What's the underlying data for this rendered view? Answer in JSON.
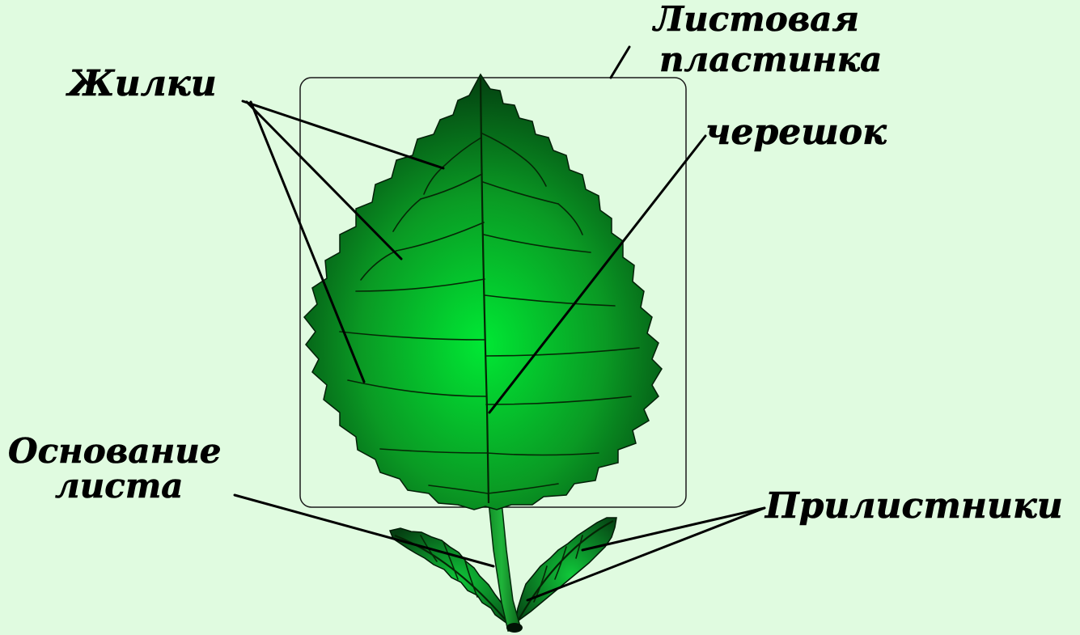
{
  "labels": {
    "veins": "Жилки",
    "blade_line1": "Листовая",
    "blade_line2": "пластинка",
    "petiole": "черешок",
    "base_line1": "Основание",
    "base_line2": "листа",
    "stipules": "Прилистники"
  },
  "colors": {
    "background": "#e0fbe0",
    "leaf_center": "#00e030",
    "leaf_edge": "#003d0e",
    "outline": "#000000"
  }
}
